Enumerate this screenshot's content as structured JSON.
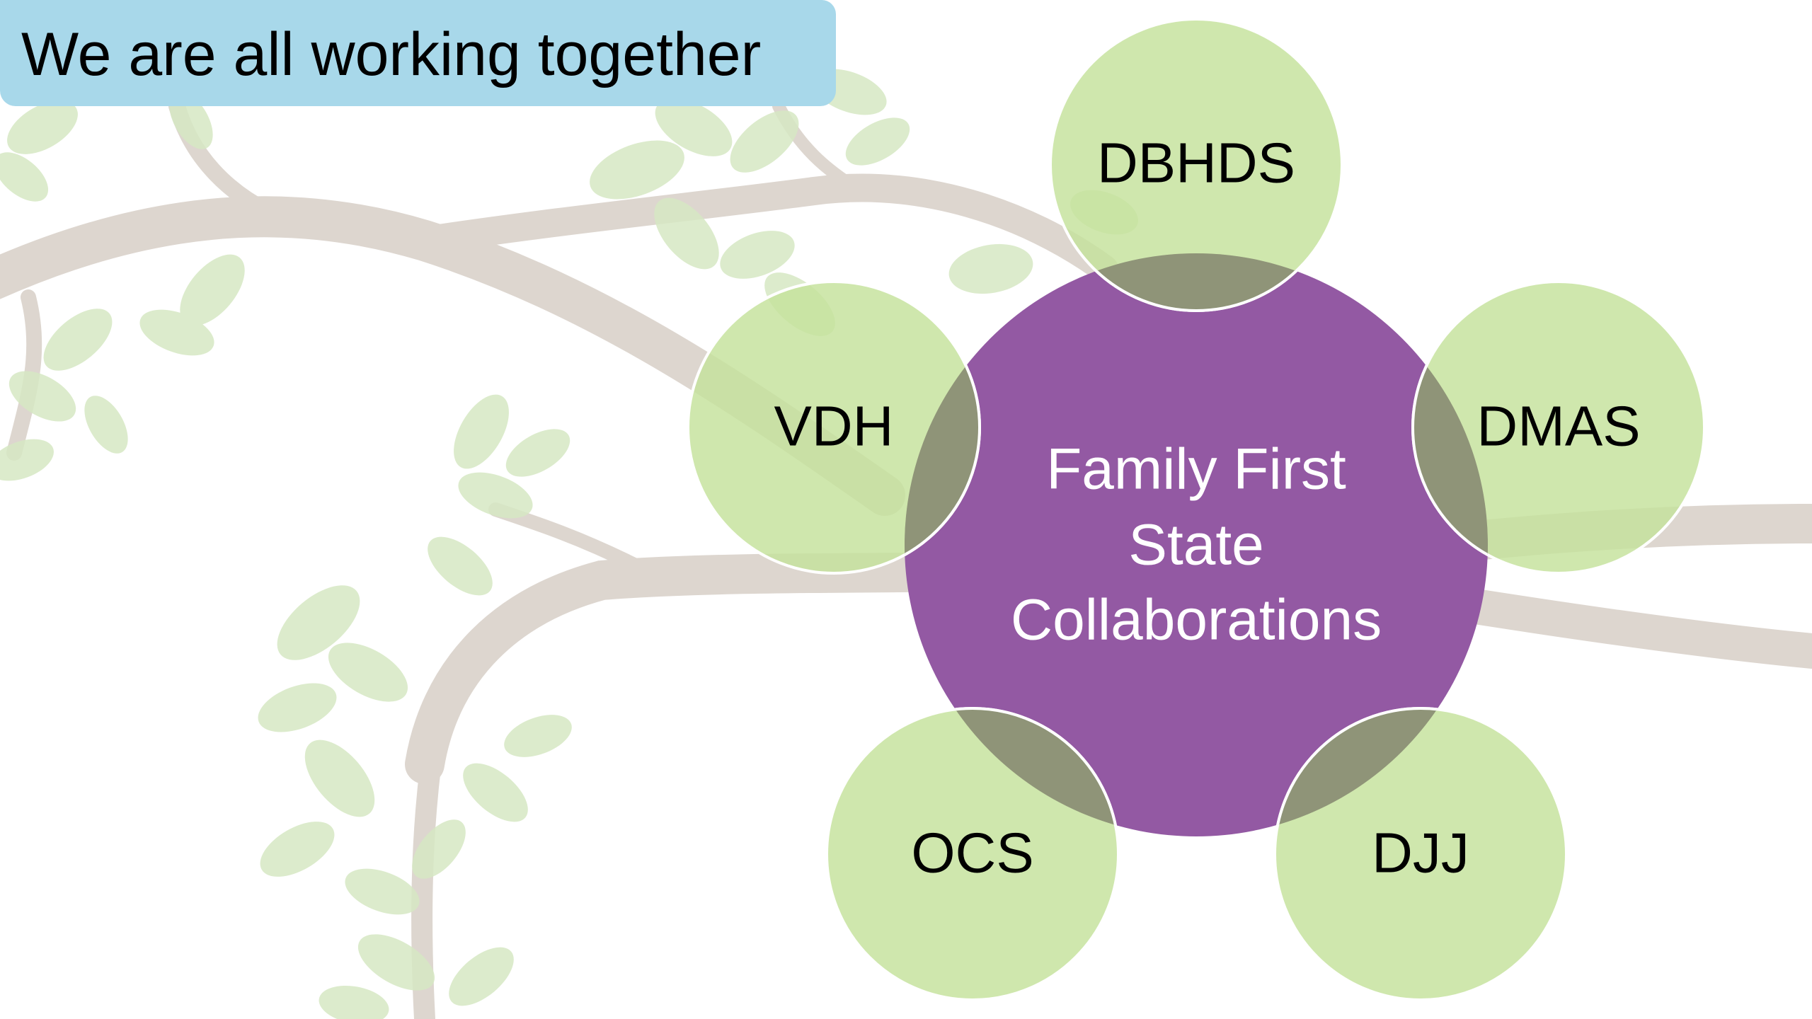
{
  "title": "We are all working together",
  "colors": {
    "title_bg": "#a8d8ea",
    "center_fill": "#9359a3",
    "outer_fill": "#c5e29b",
    "overlap_fill": "#8f9478",
    "branch": "#ddd6cf",
    "leaf": "#d6e8c3"
  },
  "center": {
    "lines": [
      "Family First",
      "State",
      "Collaborations"
    ]
  },
  "nodes": [
    {
      "id": "dbhds",
      "label": "DBHDS"
    },
    {
      "id": "dmas",
      "label": "DMAS"
    },
    {
      "id": "djj",
      "label": "DJJ"
    },
    {
      "id": "ocs",
      "label": "OCS"
    },
    {
      "id": "vdh",
      "label": "VDH"
    }
  ],
  "icons": {
    "background": "tree-branch-illustration"
  }
}
